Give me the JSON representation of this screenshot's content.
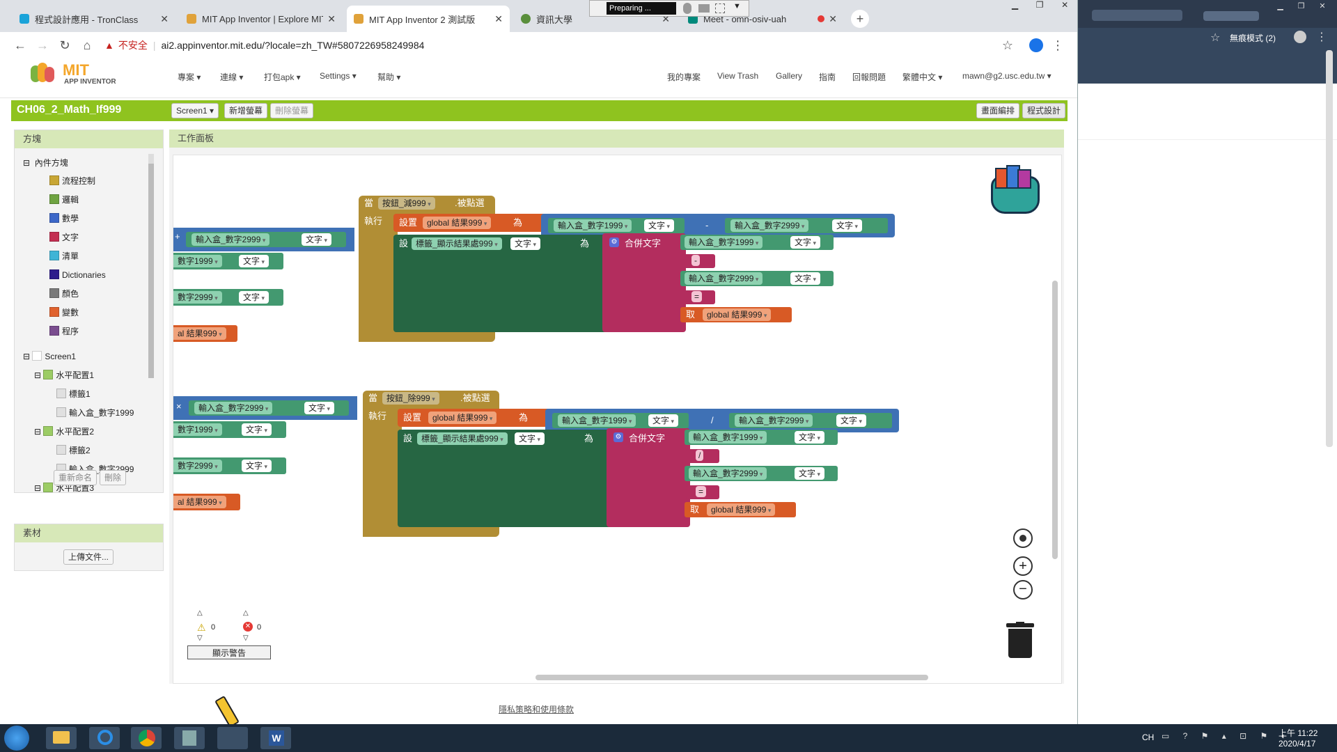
{
  "browser": {
    "tabs": [
      {
        "title": "程式設計應用 - TronClass",
        "active": false
      },
      {
        "title": "MIT App Inventor | Explore MIT",
        "active": false
      },
      {
        "title": "MIT App Inventor 2 測試版",
        "active": true
      },
      {
        "title": "資訊大學",
        "active": false
      },
      {
        "title": "Meet - omn-osiv-uah",
        "active": false
      }
    ],
    "recording_label": "Preparing ...",
    "insecure_label": "不安全",
    "url": "ai2.appinventor.mit.edu/?locale=zh_TW#5807226958249984",
    "incognito_label": "無痕模式 (2)"
  },
  "app": {
    "logo_title": "MIT",
    "logo_subtitle": "APP INVENTOR",
    "menus_left": [
      "專案 ▾",
      "連線 ▾",
      "打包apk ▾",
      "Settings ▾",
      "幫助 ▾"
    ],
    "menus_right": [
      "我的專案",
      "View Trash",
      "Gallery",
      "指南",
      "回報問題",
      "繁體中文 ▾",
      "mawn@g2.usc.edu.tw ▾"
    ],
    "project_name": "CH06_2_Math_If999",
    "screen_select": "Screen1 ▾",
    "add_screen": "新增螢幕",
    "remove_screen": "刪除螢幕",
    "designer_button": "畫面編排",
    "blocks_button": "程式設計"
  },
  "left_panel": {
    "title": "方塊",
    "builtin_label": "內件方塊",
    "builtin": [
      {
        "label": "流程控制",
        "color": "#c8a635"
      },
      {
        "label": "邏輯",
        "color": "#6fa341"
      },
      {
        "label": "數學",
        "color": "#3c67c8"
      },
      {
        "label": "文字",
        "color": "#c32f52"
      },
      {
        "label": "清單",
        "color": "#3fb4d6"
      },
      {
        "label": "Dictionaries",
        "color": "#2d1b8c"
      },
      {
        "label": "顏色",
        "color": "#7a7a7a"
      },
      {
        "label": "變數",
        "color": "#e0622e"
      },
      {
        "label": "程序",
        "color": "#7a4d8f"
      }
    ],
    "components": [
      {
        "label": "Screen1",
        "indent": 0
      },
      {
        "label": "水平配置1",
        "indent": 1
      },
      {
        "label": "標籤1",
        "indent": 2
      },
      {
        "label": "輸入盒_數字1999",
        "indent": 2
      },
      {
        "label": "水平配置2",
        "indent": 1
      },
      {
        "label": "標籤2",
        "indent": 2
      },
      {
        "label": "輸入盒_數字2999",
        "indent": 2
      },
      {
        "label": "水平配置3",
        "indent": 1
      }
    ],
    "rename_button": "重新命名",
    "delete_button": "刪除"
  },
  "assets_panel": {
    "title": "素材",
    "upload_button": "上傳文件..."
  },
  "workspace": {
    "title": "工作面板",
    "warnings_count": "0",
    "errors_count": "0",
    "show_warnings": "顯示警告",
    "privacy_link": "隱私策略和使用條款"
  },
  "blocks": {
    "when": "當",
    "clicked": ".被點選",
    "do": "執行",
    "set": "設置",
    "set_short": "設",
    "to": "為",
    "join": "合併文字",
    "get": "取",
    "global_result": "global 結果999",
    "text_prop": "文字",
    "input1": "輸入盒_數字1999",
    "input2": "輸入盒_數字2999",
    "label_result": "標籤_顯示結果處999",
    "subtract_button": "按鈕_減999",
    "divide_button": "按鈕_除999",
    "minus_sign": "-",
    "divide_sign": "/",
    "equals_sign": "=",
    "plus_sign": "+",
    "times_sign": "×",
    "partial_input1": "數字1999",
    "partial_input2": "數字2999",
    "partial_result": "al 結果999"
  },
  "taskbar": {
    "lang": "CH",
    "time": "上午 11:22",
    "date": "2020/4/17"
  },
  "colors": {
    "event": "#b18e35",
    "variable": "#d85a25",
    "math": "#3f71b5",
    "component_set": "#266643",
    "component_get": "#439970",
    "text": "#b32d5e",
    "appbar": "#8fc31f"
  }
}
